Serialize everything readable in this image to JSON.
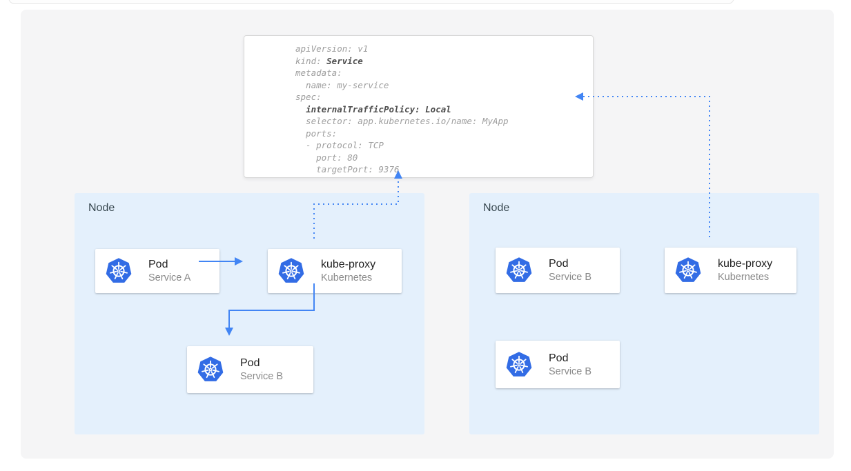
{
  "colors": {
    "panel_bg": "#f5f5f6",
    "node_bg": "#e4f0fc",
    "arrow_blue": "#4285f4",
    "kubernetes_blue": "#326ce5",
    "yaml_text": "#9e9e9e",
    "yaml_bold_text": "#4d4d4d"
  },
  "yaml_panel": {
    "lines": [
      [
        {
          "t": "apiVersion: v1"
        }
      ],
      [
        {
          "t": "kind: "
        },
        {
          "t": "Service",
          "b": true
        }
      ],
      [
        {
          "t": "metadata:"
        }
      ],
      [
        {
          "t": "  name: my-service"
        }
      ],
      [
        {
          "t": "spec:"
        }
      ],
      [
        {
          "t": "  "
        },
        {
          "t": "internalTrafficPolicy: Local",
          "b": true
        }
      ],
      [
        {
          "t": "  selector: app.kubernetes.io/name: MyApp"
        }
      ],
      [
        {
          "t": "  ports:"
        }
      ],
      [
        {
          "t": "  - protocol: TCP"
        }
      ],
      [
        {
          "t": "    port: 80"
        }
      ],
      [
        {
          "t": "    targetPort: 9376"
        }
      ]
    ]
  },
  "nodes": [
    {
      "label": "Node",
      "cards": [
        {
          "title": "Pod",
          "subtitle": "Service A",
          "icon": "kubernetes-icon"
        },
        {
          "title": "kube-proxy",
          "subtitle": "Kubernetes",
          "icon": "kubernetes-icon"
        },
        {
          "title": "Pod",
          "subtitle": "Service B",
          "icon": "kubernetes-icon"
        }
      ]
    },
    {
      "label": "Node",
      "cards": [
        {
          "title": "Pod",
          "subtitle": "Service B",
          "icon": "kubernetes-icon"
        },
        {
          "title": "kube-proxy",
          "subtitle": "Kubernetes",
          "icon": "kubernetes-icon"
        },
        {
          "title": "Pod",
          "subtitle": "Service B",
          "icon": "kubernetes-icon"
        }
      ]
    }
  ]
}
